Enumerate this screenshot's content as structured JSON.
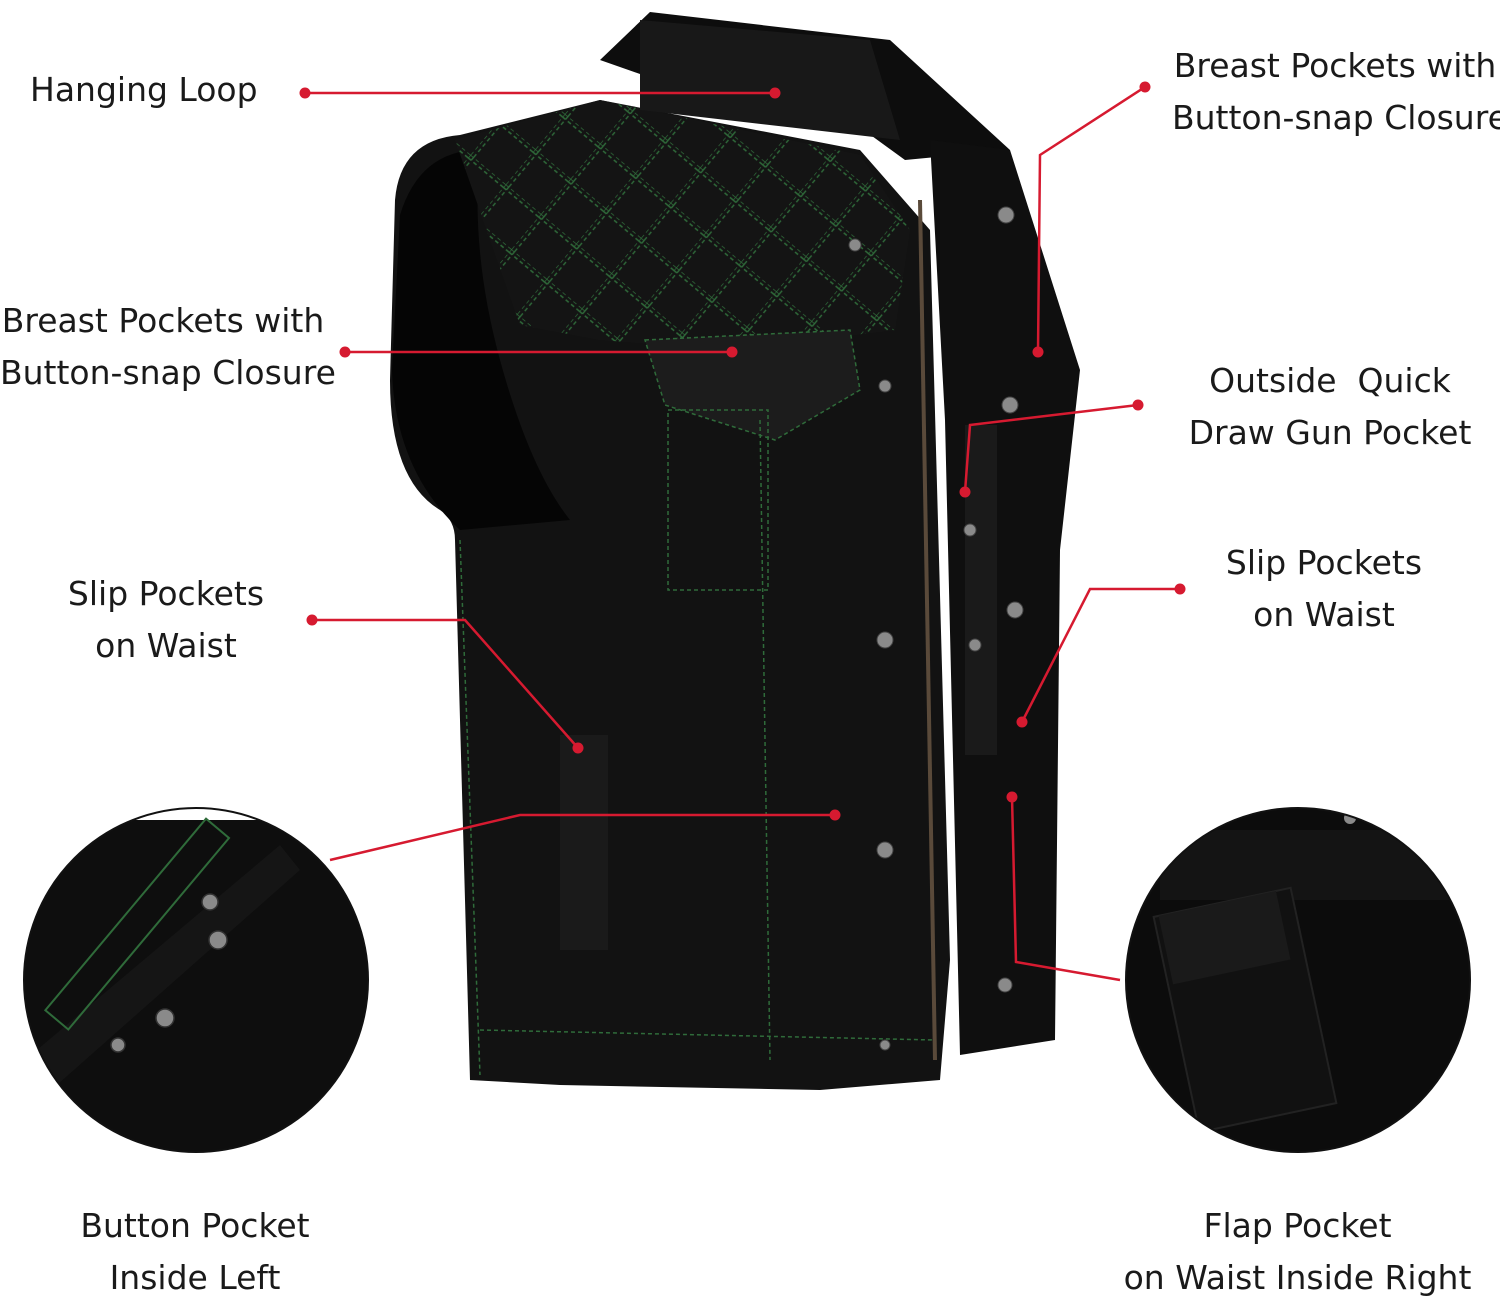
{
  "accent_color": "#d61a30",
  "labels": {
    "hanging_loop": "Hanging Loop",
    "breast_right": [
      "Breast Pockets with",
      "Button-snap Closure"
    ],
    "breast_left": [
      "Breast Pockets with",
      "Button-snap Closure"
    ],
    "gun_pocket": [
      "Outside  Quick",
      "Draw Gun Pocket"
    ],
    "slip_left": [
      "Slip Pockets",
      "on Waist"
    ],
    "slip_right": [
      "Slip Pockets",
      "on Waist"
    ],
    "button_pocket": [
      "Button Pocket",
      "Inside Left"
    ],
    "flap_pocket": [
      "Flap Pocket",
      "on Waist Inside Right"
    ]
  }
}
